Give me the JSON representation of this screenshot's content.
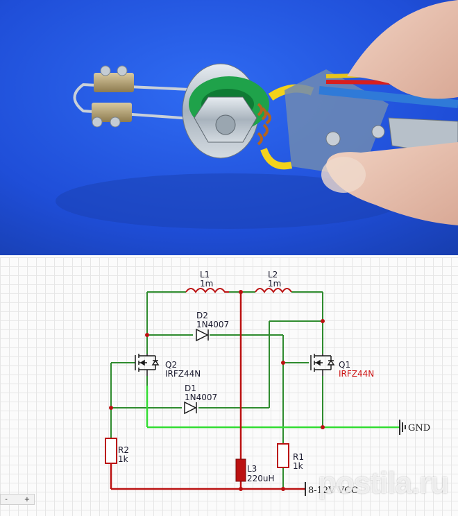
{
  "schematic": {
    "L1": {
      "name": "L1",
      "value": "1m"
    },
    "L2": {
      "name": "L2",
      "value": "1m"
    },
    "L3": {
      "name": "L3",
      "value": "220uH"
    },
    "D1": {
      "name": "D1",
      "value": "1N4007"
    },
    "D2": {
      "name": "D2",
      "value": "1N4007"
    },
    "Q1": {
      "name": "Q1",
      "value": "IRFZ44N"
    },
    "Q2": {
      "name": "Q2",
      "value": "IRFZ44N"
    },
    "R1": {
      "name": "R1",
      "value": "1k"
    },
    "R2": {
      "name": "R2",
      "value": "1k"
    },
    "gnd": "GND",
    "vcc": "8-12V VCC",
    "colors": {
      "wire": "#2e8b2e",
      "gnd_wire": "#33dd33",
      "power_wire": "#bb1111",
      "component": "#bb1111",
      "label_red": "#cc1111"
    }
  },
  "watermark": "postila.ru",
  "zoom": {
    "minus": "-",
    "plus": "+"
  }
}
